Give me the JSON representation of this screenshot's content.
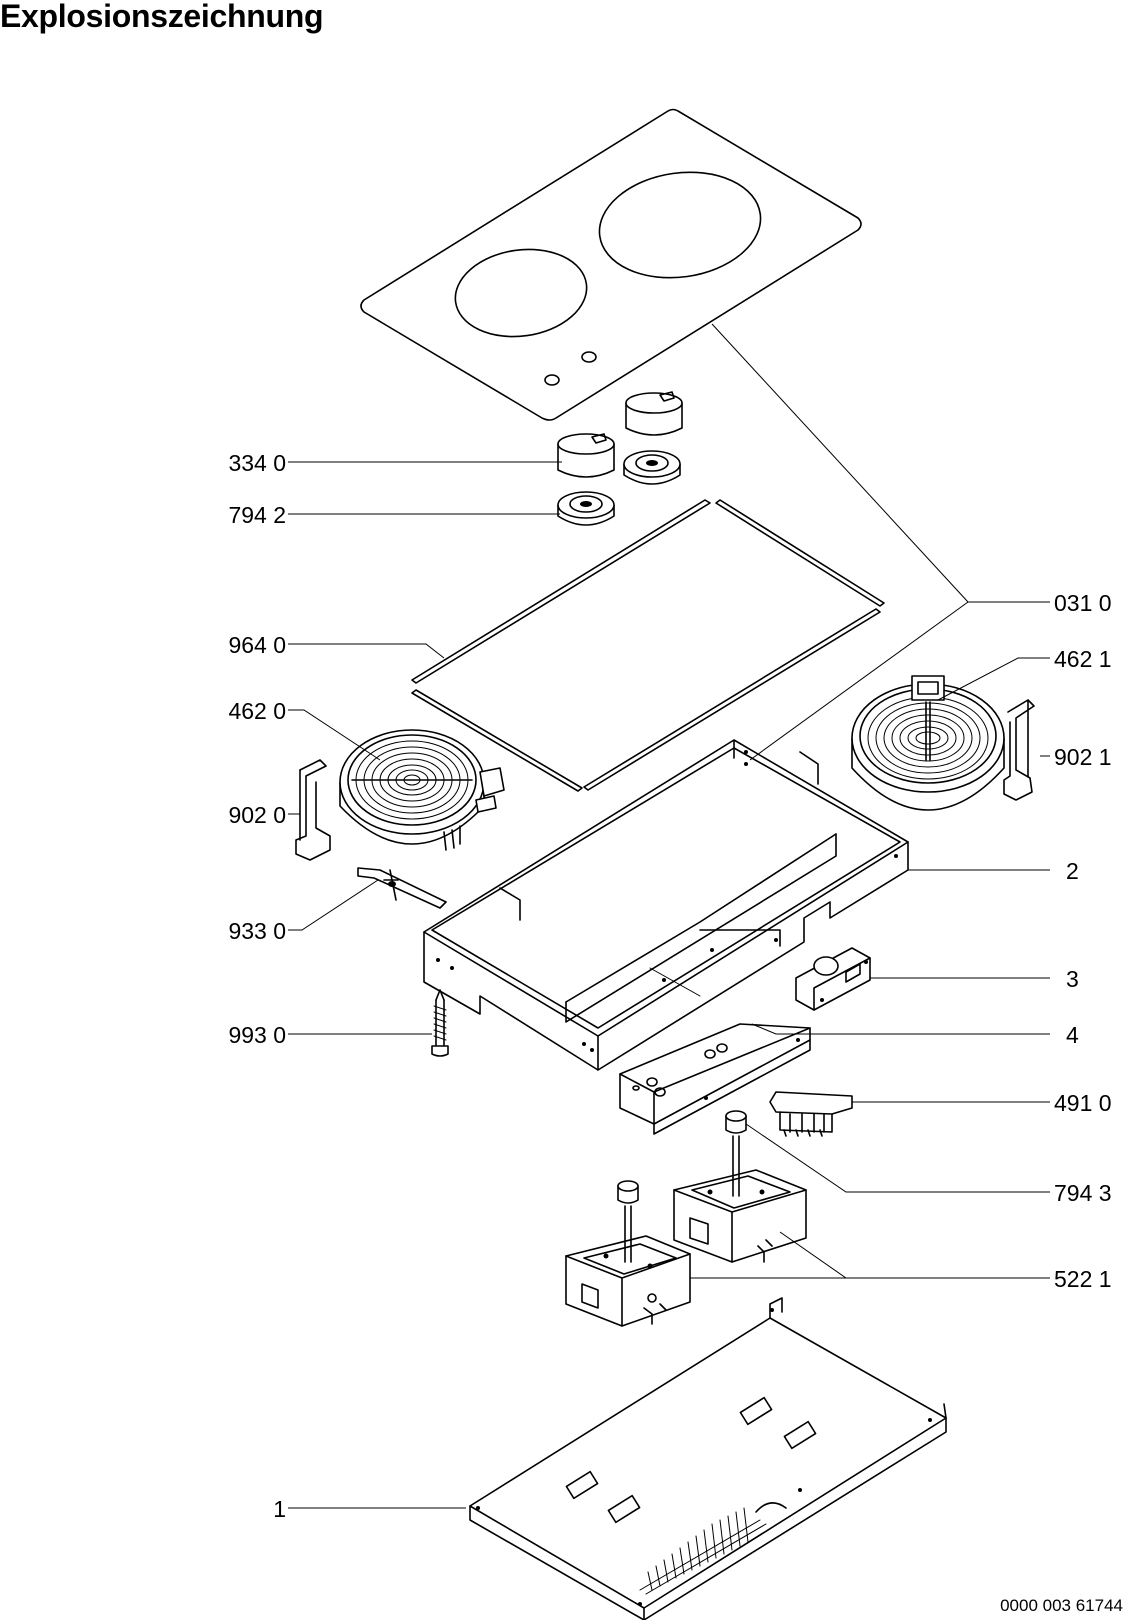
{
  "title": "Explosionszeichnung",
  "document_number": "0000 003 61744",
  "parts": [
    {
      "id": "334-0",
      "label": "334 0"
    },
    {
      "id": "794-2",
      "label": "794 2"
    },
    {
      "id": "964-0",
      "label": "964 0"
    },
    {
      "id": "462-0",
      "label": "462 0"
    },
    {
      "id": "902-0",
      "label": "902 0"
    },
    {
      "id": "933-0",
      "label": "933 0"
    },
    {
      "id": "993-0",
      "label": "993 0"
    },
    {
      "id": "031-0",
      "label": "031 0"
    },
    {
      "id": "462-1",
      "label": "462 1"
    },
    {
      "id": "902-1",
      "label": "902 1"
    },
    {
      "id": "2",
      "label": "2"
    },
    {
      "id": "3",
      "label": "3"
    },
    {
      "id": "4",
      "label": "4"
    },
    {
      "id": "491-0",
      "label": "491 0"
    },
    {
      "id": "794-3",
      "label": "794 3"
    },
    {
      "id": "522-1",
      "label": "522 1"
    },
    {
      "id": "1",
      "label": "1"
    }
  ]
}
